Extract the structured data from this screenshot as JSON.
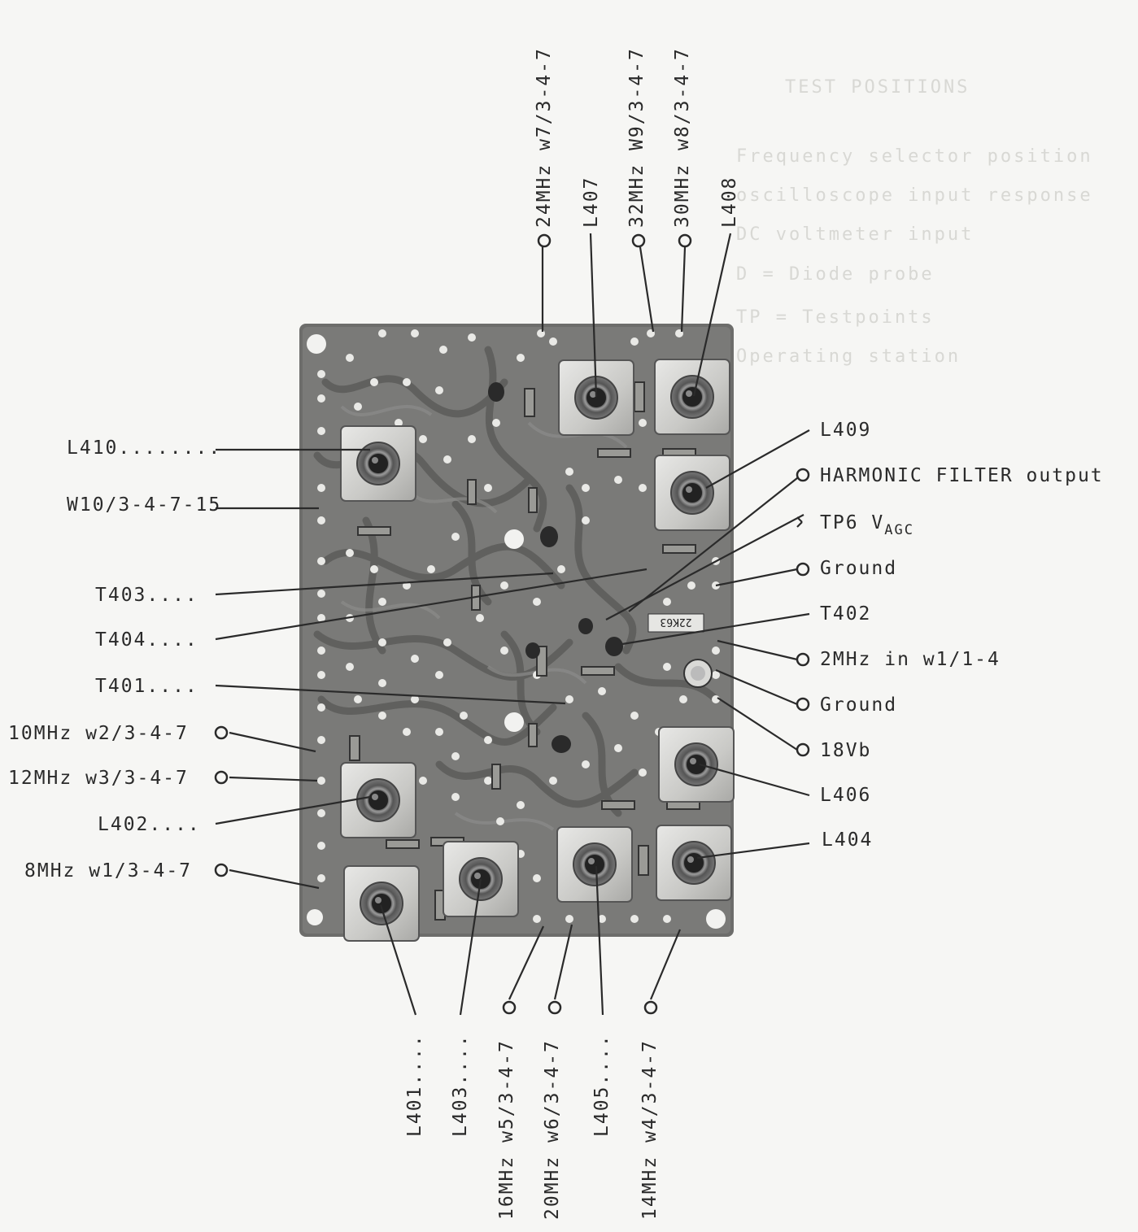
{
  "board": {
    "marking": "22K63"
  },
  "bleed_through": [
    "TEST POSITIONS",
    "Frequency selector  position",
    "oscilloscope input  response",
    "DC voltmeter input",
    "D = Diode probe",
    "TP = Testpoints",
    "Operating station"
  ],
  "labels_left": {
    "l410": "L410........",
    "w10": "W10/3-4-7-15",
    "t403": "T403....",
    "t404": "T404....",
    "t401": "T401....",
    "mhz10": "10MHz  w2/3-4-7",
    "mhz12": "12MHz  w3/3-4-7",
    "l402": "L402....",
    "mhz8": "8MHz  w1/3-4-7"
  },
  "labels_right": {
    "l409": "L409",
    "harmonic": "HARMONIC FILTER output",
    "tp6": "TP6 V",
    "tp6_sub": "AGC",
    "ground1": "Ground",
    "t402": "T402",
    "mhz2": "2MHz  in w1/1-4",
    "ground2": "Ground",
    "vb18": "18Vb",
    "l406": "L406",
    "l404": "L404"
  },
  "labels_top": {
    "mhz24": "24MHz  w7/3-4-7",
    "l407": "L407",
    "mhz32": "32MHz  W9/3-4-7",
    "mhz30": "30MHz  w8/3-4-7",
    "l408": "L408"
  },
  "labels_bottom": {
    "l401": "L401....",
    "l403": "L403....",
    "mhz16": "16MHz  w5/3-4-7",
    "mhz20": "20MHz  w6/3-4-7",
    "l405": "L405....",
    "mhz14": "14MHz  w4/3-4-7"
  }
}
